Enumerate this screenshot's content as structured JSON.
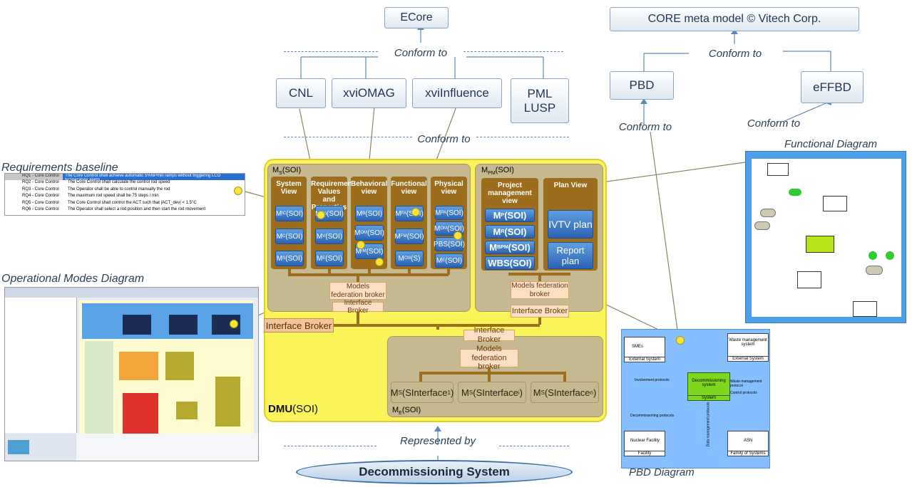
{
  "metamodels": {
    "ecore": "ECore",
    "core": "CORE meta model © Vitech Corp.",
    "cnl": "CNL",
    "xvi_omag": "xviOMAG",
    "xvi_influence": "xviInfluence",
    "pml": "PML",
    "lusp": "LUSP",
    "pbd": "PBD",
    "effbd": "eFFBD"
  },
  "connectors": {
    "conform_to": "Conform to",
    "represented_by": "Represented by"
  },
  "captions": {
    "requirements": "Requirements baseline",
    "operational": "Operational Modes Diagram",
    "functional": "Functional Diagram",
    "pbd": "PBD Diagram"
  },
  "requirements_table": [
    {
      "id": "RQ1 - Core Control",
      "text": "The Core Control shall achieve automatic 5%NPmin ramps without triggering LCO temperature alarm"
    },
    {
      "id": "RQ2 - Core Control",
      "text": "The Core Control shall calculate the control rod speed"
    },
    {
      "id": "RQ3 - Core Control",
      "text": "The Operator shall be able to control manually the rod"
    },
    {
      "id": "RQ4 - Core Control",
      "text": "The maximum rod speed shall be 75 steps / min"
    },
    {
      "id": "RQ5 - Core Control",
      "text": "The Core Control shall control the ACT such that |ACT_dev| < 1.5°C"
    },
    {
      "id": "RQ6 - Core Control",
      "text": "The Operator shall select a rod position and then start the rod movement"
    }
  ],
  "dmu": {
    "title_bold": "DMU",
    "title_suffix": "(SOI)",
    "ms_panel": "M",
    "ms_sub": "S",
    "ms_suffix": "(SOI)",
    "mpm_panel": "M",
    "mpm_sub": "PM",
    "mpm_suffix": "(SOI)",
    "mf_panel": "M",
    "mf_sub": "E",
    "mf_suffix": "(SOI)",
    "columns": [
      "System View",
      "Requirements Values and Properties view",
      "Behavioral view",
      "Functional view",
      "Physical view"
    ],
    "pm_columns": [
      "Project management view",
      "Plan View"
    ],
    "pm_models": [
      {
        "b": "M",
        "s": "P",
        "t": "(SOI)"
      },
      {
        "b": "M",
        "s": "R",
        "t": "(SOI)"
      },
      {
        "b": "M",
        "s": "BPM",
        "t": "(SOI)"
      },
      {
        "b": "WBS",
        "s": "",
        "t": "(SOI)"
      }
    ],
    "plan_items": [
      "IVTV plan",
      "Report plan"
    ],
    "ms_models": [
      [
        {
          "b": "M",
          "s": "IC",
          "t": "(SOI)"
        },
        {
          "b": "M",
          "s": "C",
          "t": "(SOI)"
        },
        {
          "b": "M",
          "s": "S",
          "t": "(SOI)"
        }
      ],
      [
        {
          "b": "M",
          "s": "Rq",
          "t": "(SOI)"
        },
        {
          "b": "M",
          "s": "V",
          "t": "(SOI)"
        },
        {
          "b": "M",
          "s": "E",
          "t": "(SOI)"
        }
      ],
      [
        {
          "b": "M",
          "s": "B",
          "t": "(SOI)"
        },
        {
          "b": "M",
          "s": "OM",
          "t": "(SOI)"
        },
        {
          "b": "M",
          "s": "IM",
          "t": "(SOI)"
        }
      ],
      [
        {
          "b": "M",
          "s": "FA",
          "t": "(SOI)"
        },
        {
          "b": "M",
          "s": "FM",
          "t": "(SOI)"
        },
        {
          "b": "M",
          "s": "CM",
          "t": "(S)"
        }
      ],
      [
        {
          "b": "M",
          "s": "PA",
          "t": "(SOI)"
        },
        {
          "b": "M",
          "s": "OM",
          "t": "(SOI)"
        },
        {
          "b": "PBS",
          "s": "",
          "t": "(SOI)"
        },
        {
          "b": "M",
          "s": "E",
          "t": "(SOI)"
        }
      ]
    ],
    "brokers": {
      "mfb": "Models federation broker",
      "ib": "Interface Broker"
    },
    "interfaces": [
      {
        "b": "M",
        "s": "S",
        "t": "(SInterface",
        "n": "1",
        ")": ")"
      },
      {
        "b": "M",
        "s": "S",
        "t": "(SInterface",
        "n": "i",
        ")": ")"
      },
      {
        "b": "M",
        "s": "S",
        "t": "(SInterface",
        "n": "n",
        ")": ")"
      }
    ]
  },
  "decommissioning": "Decommissioning System",
  "pbd_diagram": {
    "smes": "SMEs",
    "external": "External System",
    "waste": "Waste management system",
    "system": "Decommissioning system",
    "system_type": "System",
    "involvement": "Involvement protocols",
    "waste_proto": "Waste management protocol",
    "control": "Control protocols",
    "decom_proto": "Decommissioning protocols",
    "data_proto": "Data management protocols",
    "nuclear": "Nuclear Facility",
    "facility": "Facility",
    "asn": "ASN",
    "family": "Family of Systems"
  }
}
